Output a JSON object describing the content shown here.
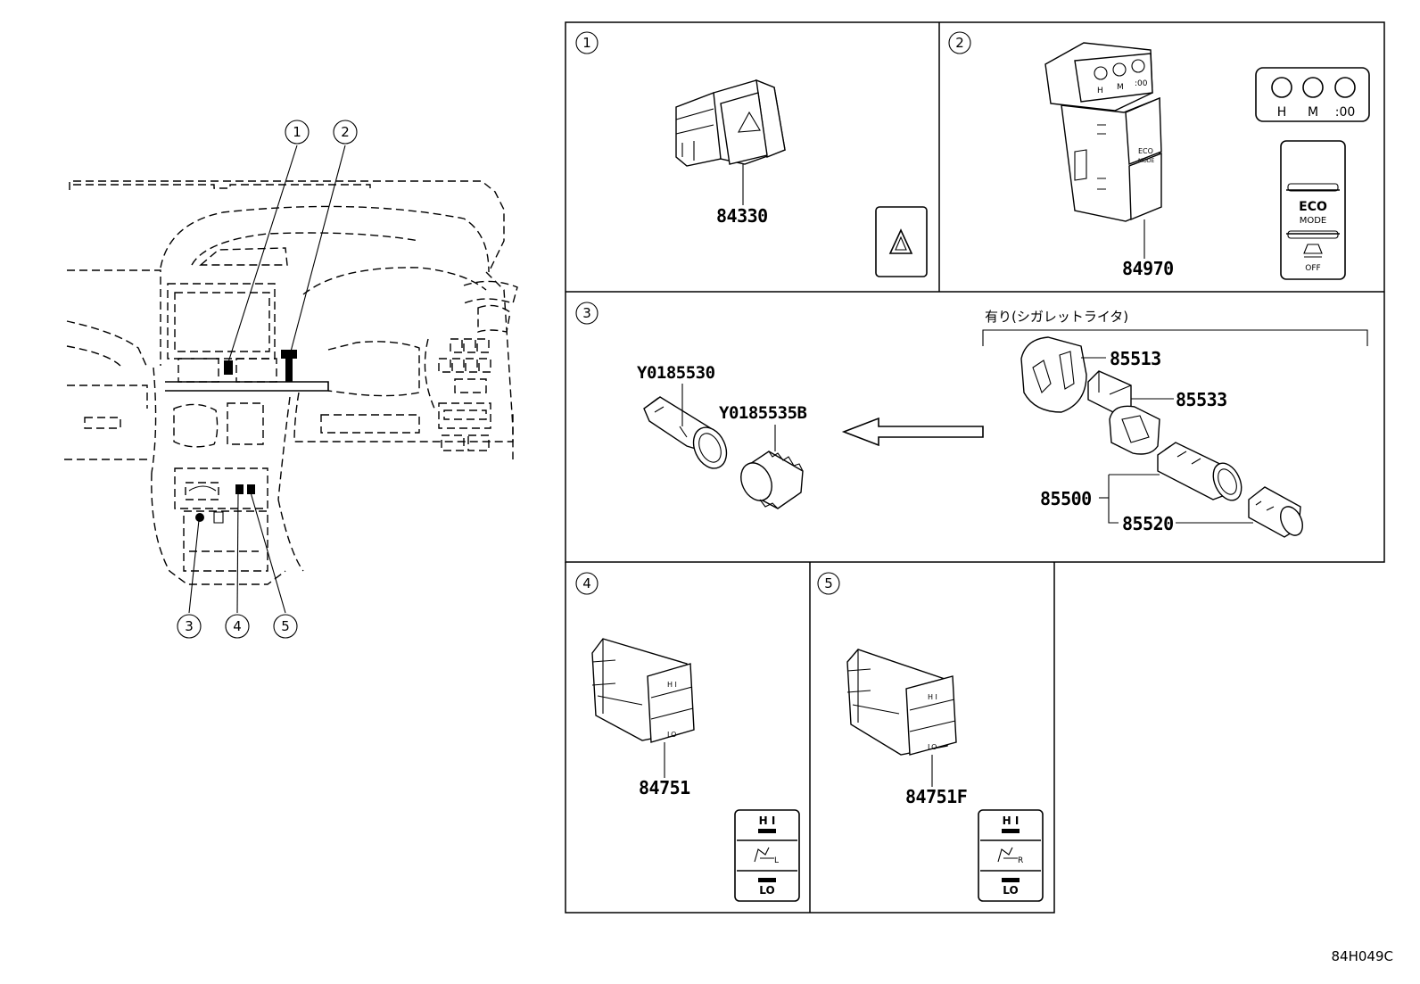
{
  "overview": {
    "callouts": [
      "1",
      "2",
      "3",
      "4",
      "5"
    ]
  },
  "panels": {
    "p1": {
      "index": "1",
      "part": "84330"
    },
    "p2": {
      "index": "2",
      "part": "84970",
      "clock_labels": [
        "H",
        "M",
        ":00"
      ],
      "eco_label_1": "ECO",
      "eco_label_2": "MODE",
      "off_label": "OFF"
    },
    "p3": {
      "index": "3",
      "group_label": "有り(シガレットライタ)",
      "parts": {
        "a": "Y0185530",
        "b": "Y0185535B",
        "c": "85513",
        "d": "85533",
        "e": "85500",
        "f": "85520"
      }
    },
    "p4": {
      "index": "4",
      "part": "84751",
      "hi": "H I",
      "lo": "LO",
      "side": "L"
    },
    "p5": {
      "index": "5",
      "part": "84751F",
      "hi": "H I",
      "lo": "LO",
      "side": "R"
    }
  },
  "drawing_code": "84H049C"
}
